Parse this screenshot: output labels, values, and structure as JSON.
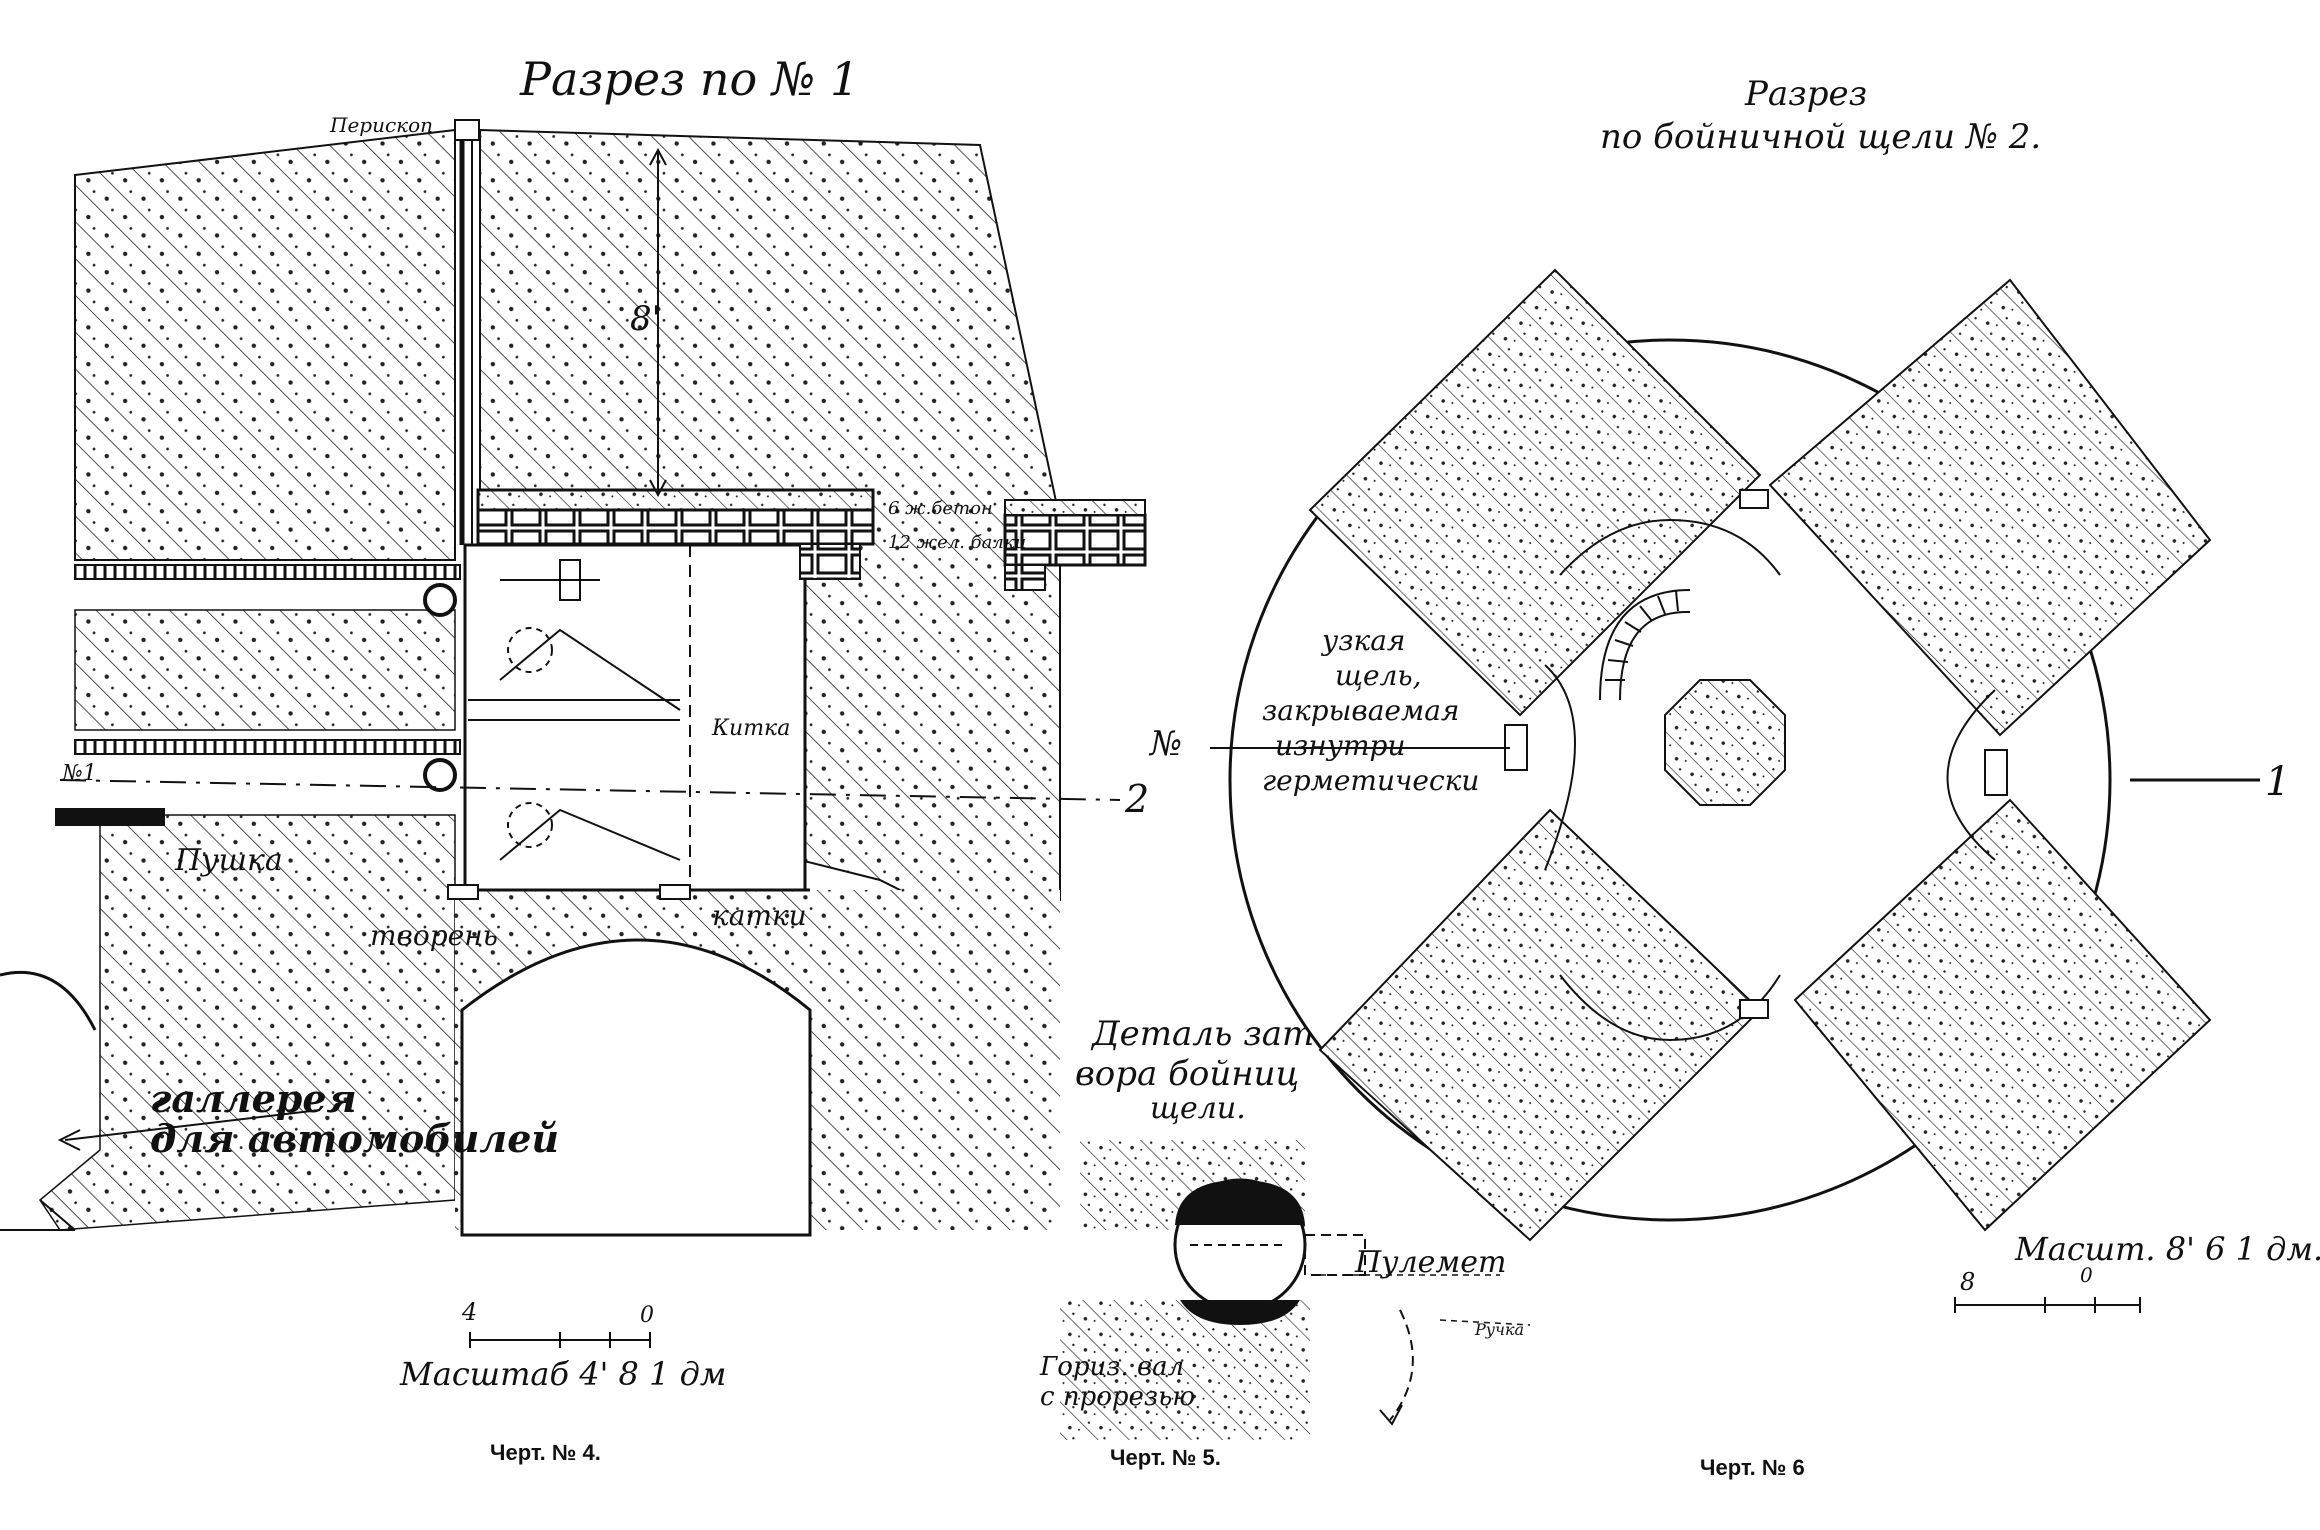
{
  "figure4": {
    "title": "Разрез по № 1",
    "label_periscope": "Перископ",
    "label_height": "8'",
    "label_concrete": "6 ж.бетон",
    "label_beams": "12 жел. балки",
    "label_kitka": "Китка",
    "label_section_left": "№1",
    "label_section_right": "2",
    "label_pushka": "Пушка",
    "label_tvoreni": "творень",
    "label_katki": "катки",
    "label_gallery_line1": "галлерея",
    "label_gallery_line2": "для автомобилей",
    "scale_left": "4",
    "scale_right": "0",
    "scale_text": "Масштаб 4' 8 1 дм",
    "caption": "Черт. № 4."
  },
  "figure5": {
    "title_line1": "Деталь зат-",
    "title_line2": "вора бойниц",
    "title_line3": "щели.",
    "label_machinegun": "Пулемет",
    "label_ruchka": "Ручка",
    "label_section_line1": "Гориз. вал",
    "label_section_line2": "с прорезью",
    "caption": "Черт. № 5."
  },
  "figure6": {
    "title_line1": "Разрез",
    "title_line2": "по бойничной щели № 2.",
    "label_slit_line1": "узкая",
    "label_slit_line2": "щель,",
    "label_slit_line3": "закрываемая",
    "label_slit_line4": "изнутри",
    "label_slit_line5": "герметически",
    "label_section_left": "№",
    "label_section_right": "1",
    "scale_left": "8",
    "scale_right": "0",
    "scale_text": "Масшт. 8' 6 1 дм.",
    "caption": "Черт. № 6"
  }
}
